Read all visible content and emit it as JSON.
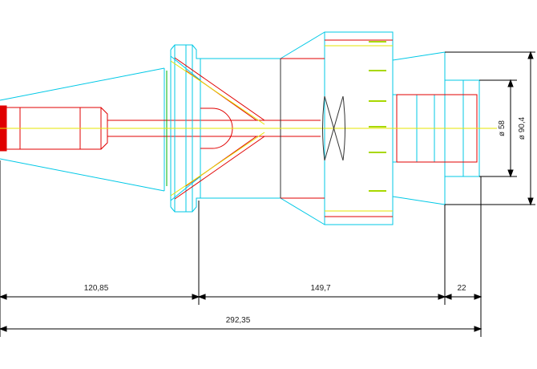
{
  "colors": {
    "outline": "#00c8e6",
    "section": "#e00000",
    "centerline": "#e6e600",
    "green": "#00b000",
    "dimension": "#000000"
  },
  "dimensions": {
    "d1": "120,85",
    "d2": "149,7",
    "d3": "22",
    "total": "292,35",
    "dia_inner": "ø 58",
    "dia_outer": "ø 90,4"
  }
}
